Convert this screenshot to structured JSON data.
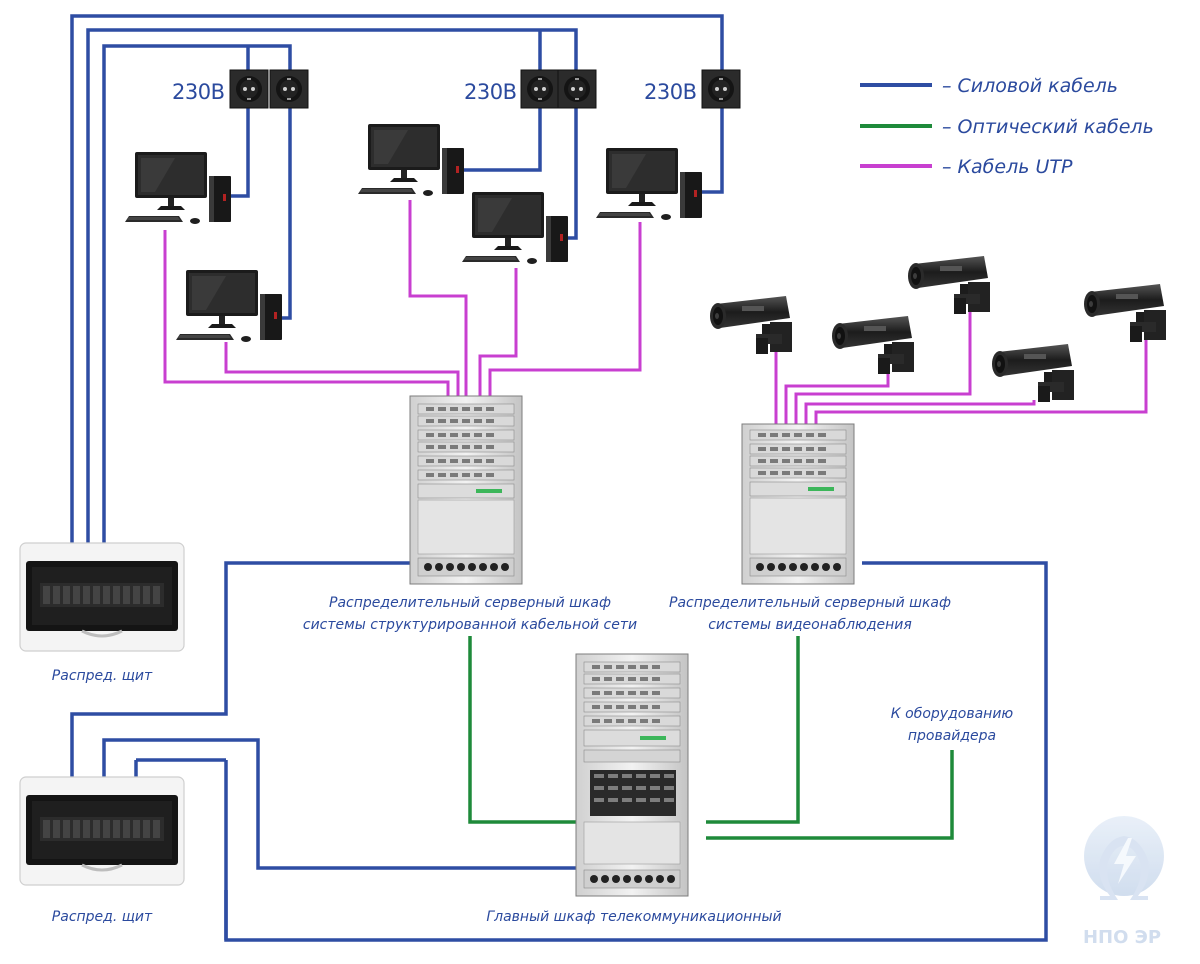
{
  "legend": [
    {
      "label": "– Силовой кабель",
      "color": "#2e4da3"
    },
    {
      "label": "– Оптический кабель",
      "color": "#1e8a3a"
    },
    {
      "label": "– Кабель UTP",
      "color": "#c83fd0"
    }
  ],
  "voltage_labels": [
    "230В",
    "230В",
    "230В"
  ],
  "cabinets": {
    "scs": {
      "line1": "Распределительный серверный шкаф",
      "line2": "системы структурированной кабельной сети"
    },
    "video": {
      "line1": "Распределительный серверный шкаф",
      "line2": "системы видеонаблюдения"
    },
    "main": {
      "line1": "Главный шкаф телекоммуникационный"
    }
  },
  "panels": [
    "Распред. щит",
    "Распред. щит"
  ],
  "provider": {
    "line1": "К оборудованию",
    "line2": "провайдера"
  },
  "logo": {
    "text": "НПО ЭР"
  },
  "colors": {
    "power": "#2e4da3",
    "optic": "#1e8a3a",
    "utp": "#c83fd0",
    "text": "#2b4a9e"
  }
}
